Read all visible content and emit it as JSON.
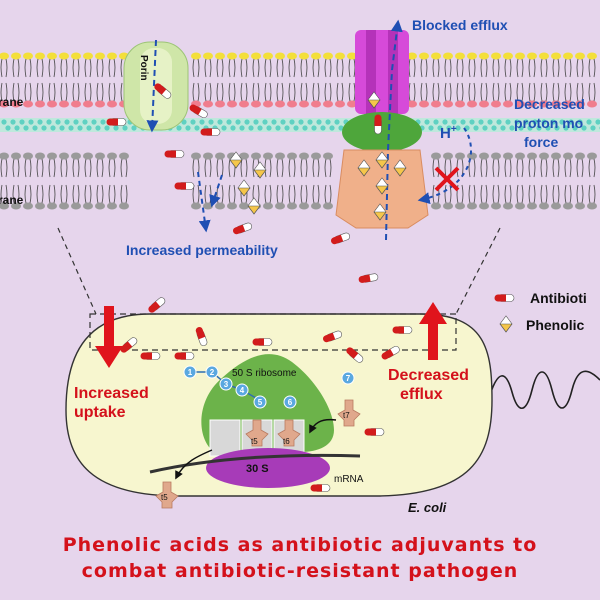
{
  "membrane": {
    "outer_label_partial": "rane",
    "inner_label_partial": "rane",
    "porin_label": "Porin"
  },
  "annotations": {
    "blocked_efflux": "Blocked efflux",
    "decreased_pmf_line1": "Decreased",
    "decreased_pmf_line2": "proton mo",
    "decreased_pmf_line3": "force",
    "h_plus": "H",
    "h_plus_sup": "+",
    "increased_permeability": "Increased permeability"
  },
  "legend": {
    "antibiotic": "Antibioti",
    "phenolic": "Phenolic"
  },
  "cell": {
    "increased_uptake_line1": "Increased",
    "increased_uptake_line2": "uptake",
    "decreased_efflux_line1": "Decreased",
    "decreased_efflux_line2": "efflux",
    "ribosome_50s": "50 S ribosome",
    "ribosome_30s": "30 S",
    "mrna": "mRNA",
    "organism": "E. coli",
    "trna_left": "t5",
    "trna_right": "t6",
    "trna_free_top": "t7",
    "trna_free_bottom": "t5",
    "codon_numbers": [
      "1",
      "2",
      "3",
      "4",
      "5",
      "6",
      "7"
    ]
  },
  "caption": {
    "line1": "Phenolic acids as antibiotic adjuvants to",
    "line2": "combat antibiotic-resistant pathogen"
  },
  "colors": {
    "background": "#e6d5ec",
    "lipid_head_outer": "#f3df3a",
    "lipid_head_mid": "#f07d8d",
    "peptidoglycan": "#5fd1c2",
    "lipid_head_inner": "#9a9a9a",
    "porin": "#cfe6a8",
    "efflux_top": "#d64ad9",
    "efflux_mid": "#4ea63b",
    "efflux_bottom": "#f0b08a",
    "cell_fill": "#f7f6cf",
    "ribosome_50s": "#6cb34a",
    "ribosome_30s": "#a73bb8",
    "arrow_red": "#e0141c",
    "arrow_blue": "#1f4fb3",
    "codon_blue": "#5aa8e0"
  }
}
